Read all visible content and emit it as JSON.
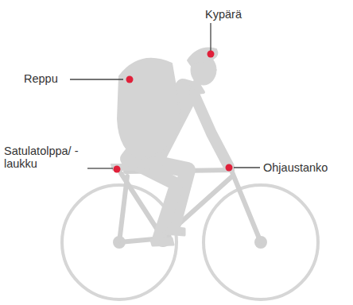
{
  "diagram": {
    "labels": [
      "Kypärä",
      "Reppu",
      "Satulatolppa/ -laukku",
      "Ohjaustanko"
    ]
  }
}
